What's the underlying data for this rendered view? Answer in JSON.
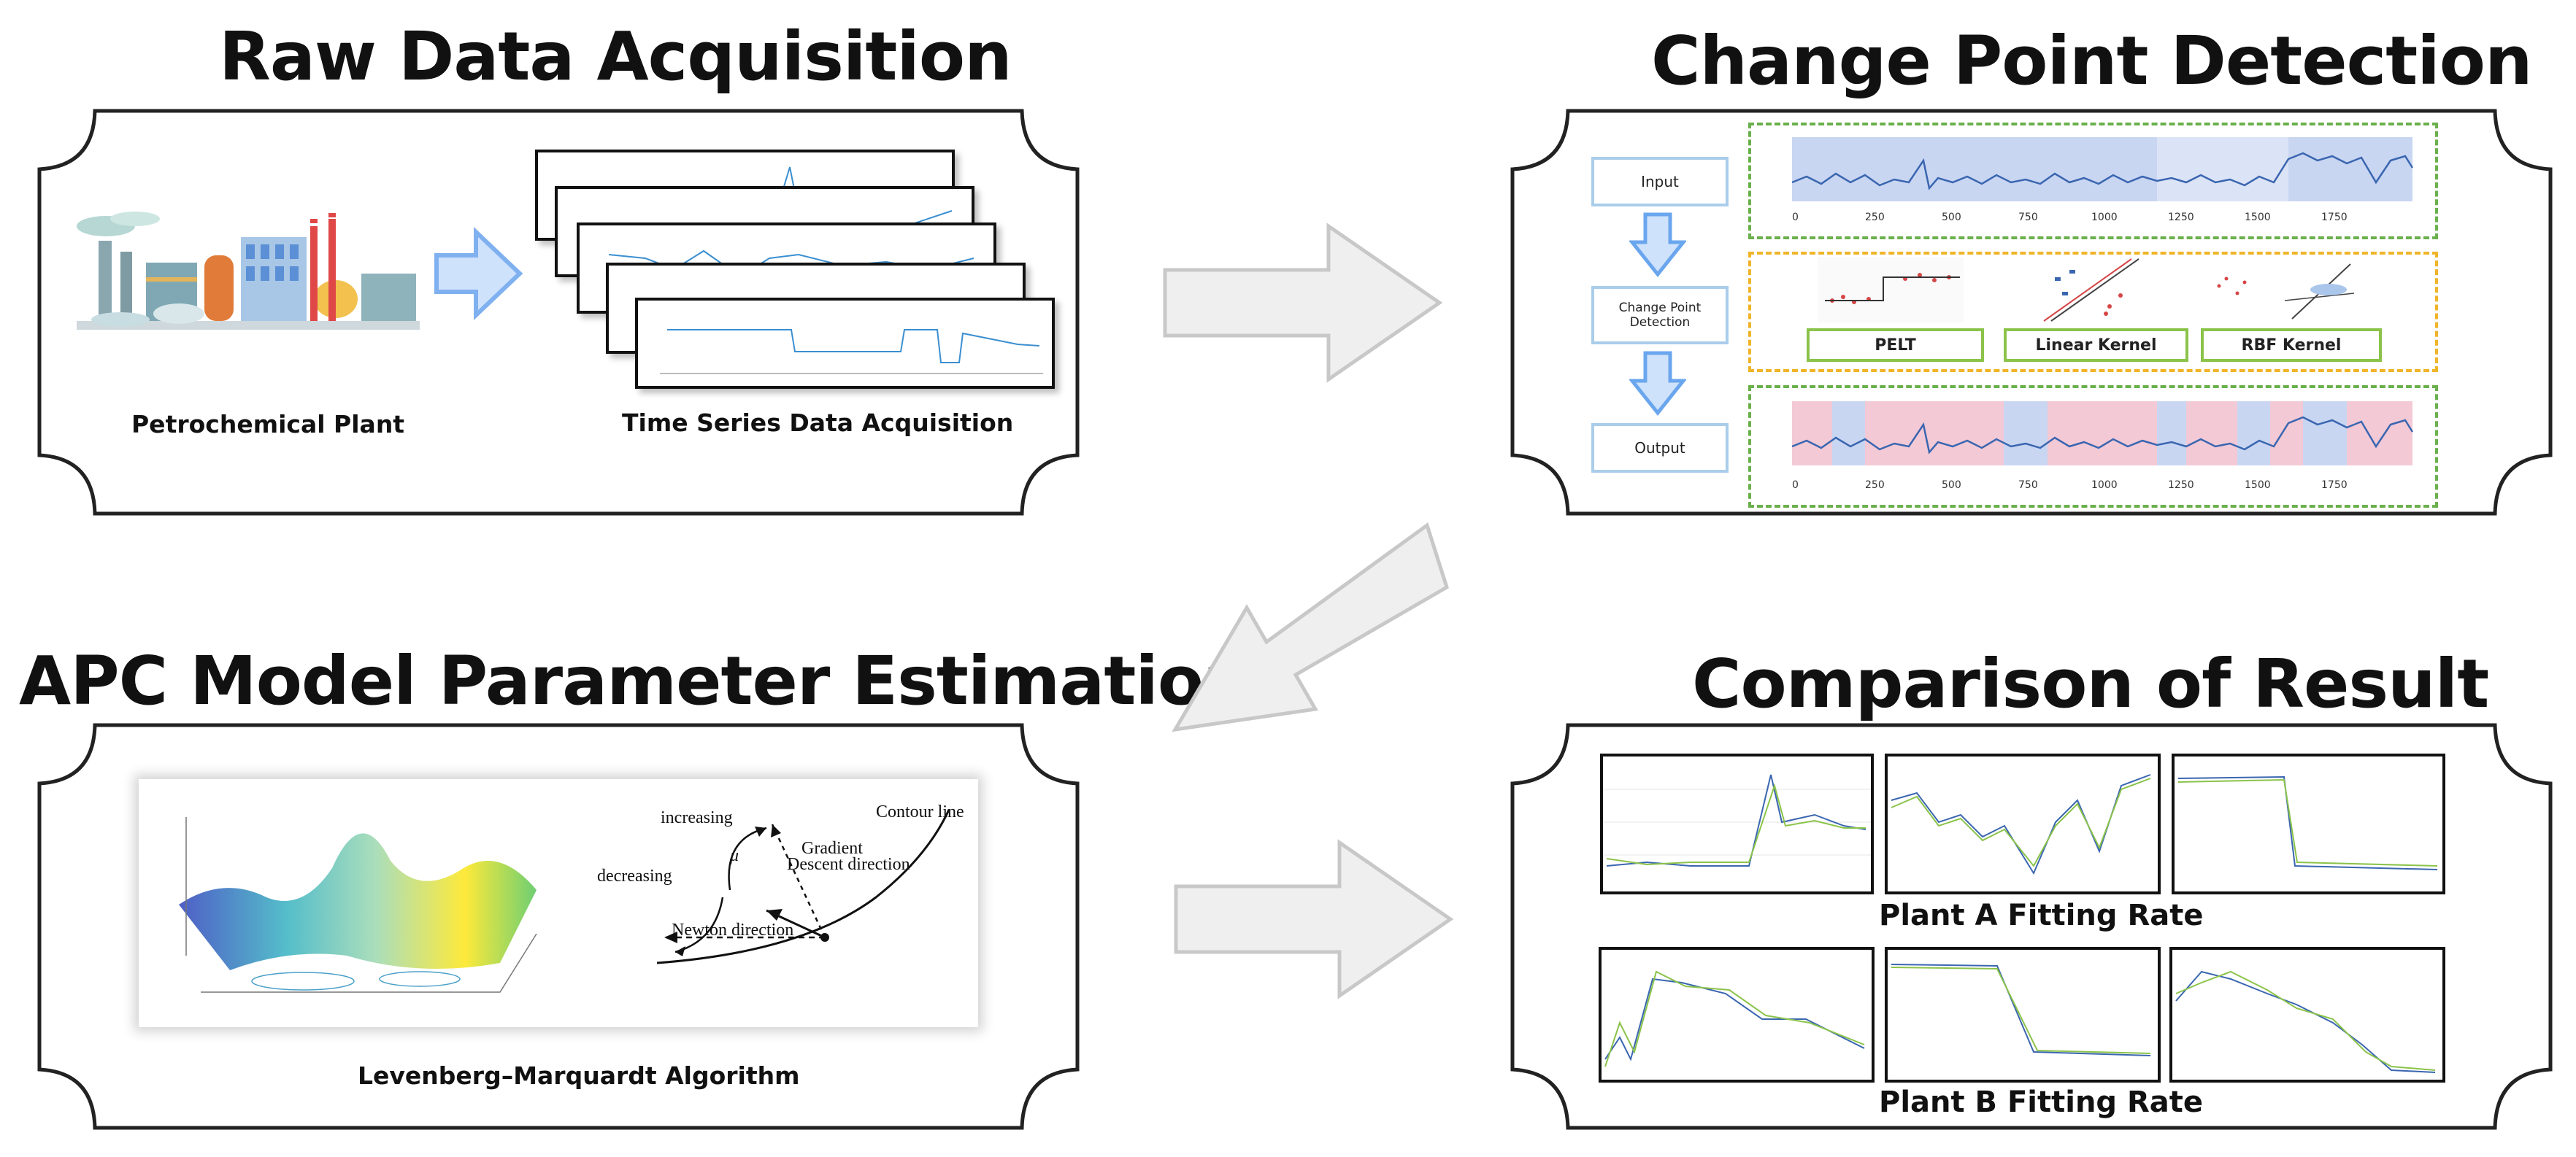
{
  "titles": {
    "raw": "Raw Data Acquisition",
    "cpd": "Change Point Detection",
    "apc": "APC Model Parameter Estimation",
    "cmp": "Comparison of Result"
  },
  "raw": {
    "plant_caption": "Petrochemical Plant",
    "ts_caption": "Time Series Data Acquisition"
  },
  "cpd": {
    "input_label": "Input",
    "cpd_label": "Change Point Detection",
    "output_label": "Output",
    "methods": [
      "PELT",
      "Linear Kernel",
      "RBF Kernel"
    ],
    "x_ticks": [
      "0",
      "250",
      "500",
      "750",
      "1000",
      "1250",
      "1500",
      "1750"
    ]
  },
  "apc": {
    "caption": "Levenberg–Marquardt Algorithm",
    "annotations": {
      "increasing": "increasing",
      "decreasing": "decreasing",
      "mu": "μ",
      "gradient": "Gradient",
      "descent": "Descent direction",
      "newton": "Newton direction",
      "contour": "Contour line"
    }
  },
  "cmp": {
    "plant_a": "Plant A Fitting Rate",
    "plant_b": "Plant B Fitting Rate"
  },
  "colors": {
    "arrow_fill": "#efefef",
    "arrow_stroke": "#c8c8c8",
    "blue_arrow": "#9ec3f0",
    "series_blue": "#3a66b0",
    "band_blue": "#c9d6f2",
    "band_pink": "#f3c9d6",
    "green_dash": "#6ab04c",
    "orange_dash": "#f0b429"
  }
}
